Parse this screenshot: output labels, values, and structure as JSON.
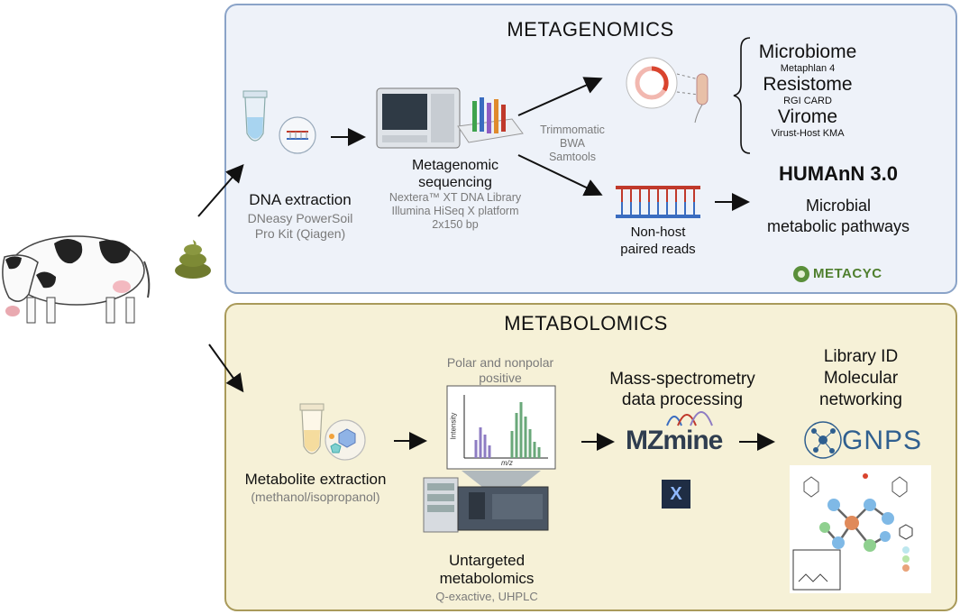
{
  "metagenomics": {
    "title": "METAGENOMICS",
    "dna_extraction": {
      "label": "DNA extraction",
      "kit_line1": "DNeasy PowerSoil",
      "kit_line2": "Pro Kit (Qiagen)"
    },
    "sequencing": {
      "label_line1": "Metagenomic",
      "label_line2": "sequencing",
      "detail_line1": "Nextera™ XT DNA Library",
      "detail_line2": "Illumina HiSeq X platform",
      "detail_line3": "2x150 bp"
    },
    "tools": {
      "line1": "Trimmomatic",
      "line2": "BWA",
      "line3": "Samtools"
    },
    "profiles": [
      {
        "name": "Microbiome",
        "tool": "Metaphlan 4"
      },
      {
        "name": "Resistome",
        "tool": "RGI CARD"
      },
      {
        "name": "Virome",
        "tool": "Virust-Host KMA"
      }
    ],
    "reads": {
      "line1": "Non-host",
      "line2": "paired reads"
    },
    "humann": {
      "title": "HUMAnN 3.0",
      "line1": "Microbial",
      "line2": "metabolic pathways"
    },
    "metacyc": {
      "logo_text": "METACYC"
    }
  },
  "metabolomics": {
    "title": "METABOLOMICS",
    "extraction": {
      "label": "Metabolite extraction",
      "solvent": "(methanol/isopropanol)"
    },
    "mode": {
      "line1": "Polar and nonpolar",
      "line2": "positive"
    },
    "spectrum": {
      "ylabel": "Intensity",
      "xlabel": "m/z"
    },
    "untargeted": {
      "line1": "Untargeted",
      "line2": "metabolomics",
      "instrument": "Q-exactive, UHPLC"
    },
    "processing": {
      "line1": "Mass-spectrometry",
      "line2": "data processing",
      "mzmine_logo": "MZmine",
      "x_icon": "X"
    },
    "library": {
      "line1": "Library ID",
      "line2": "Molecular",
      "line3": "networking",
      "gnps_logo": "GNPS"
    }
  },
  "colors": {
    "metagenomics_bg": "#eef2f9",
    "metagenomics_border": "#8aa3c8",
    "metabolomics_bg": "#f6f1d7",
    "metabolomics_border": "#a99a5a",
    "subtext": "#7a7a7a",
    "purple_peaks": "#8e7cc3",
    "green_peaks": "#6aa87a"
  }
}
